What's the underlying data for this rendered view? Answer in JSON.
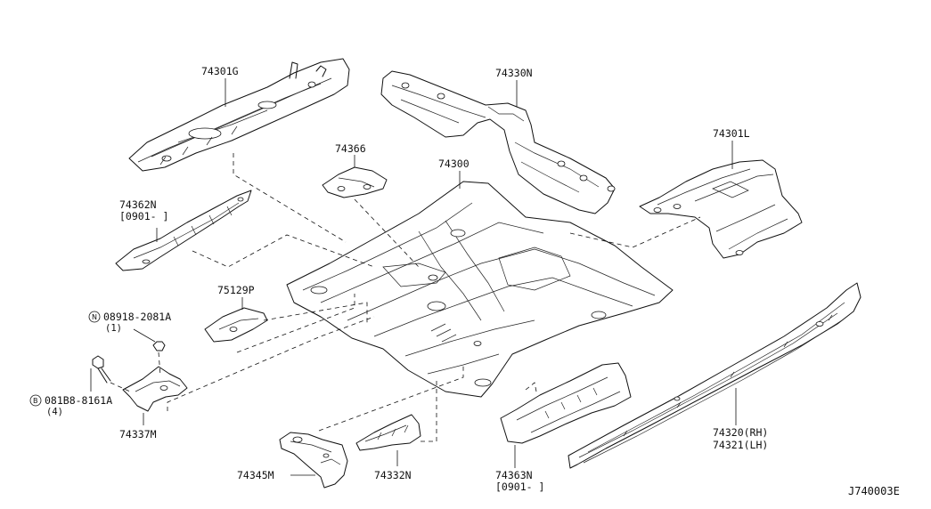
{
  "diagram": {
    "code": "J740003E",
    "parts": [
      {
        "id": "p74301G",
        "number": "74301G"
      },
      {
        "id": "p74330N",
        "number": "74330N"
      },
      {
        "id": "p74366",
        "number": "74366"
      },
      {
        "id": "p74300",
        "number": "74300"
      },
      {
        "id": "p74301L",
        "number": "74301L"
      },
      {
        "id": "p74362N",
        "number": "74362N",
        "note": "[0901-   ]"
      },
      {
        "id": "p75129P",
        "number": "75129P"
      },
      {
        "id": "p74337M",
        "number": "74337M"
      },
      {
        "id": "p74345M",
        "number": "74345M"
      },
      {
        "id": "p74332N",
        "number": "74332N"
      },
      {
        "id": "p74363N",
        "number": "74363N",
        "note": "[0901-   ]"
      },
      {
        "id": "p74320",
        "number": "74320(RH)",
        "number2": "74321(LH)"
      }
    ],
    "fasteners": [
      {
        "id": "nut",
        "symbol": "N",
        "number": "08918-2081A",
        "qty": "(1)"
      },
      {
        "id": "bolt",
        "symbol": "B",
        "number": "081B8-8161A",
        "qty": "(4)"
      }
    ]
  }
}
